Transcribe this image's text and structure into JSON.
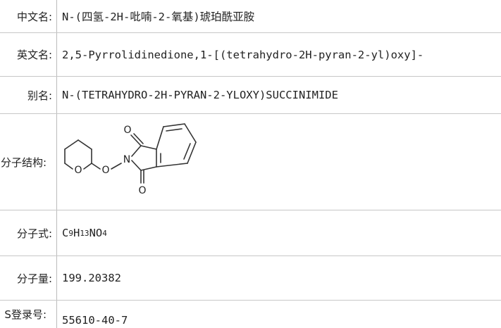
{
  "fields": {
    "cn_name": {
      "label": "中文名:",
      "value": "N-(四氢-2H-吡喃-2-氧基)琥珀酰亚胺"
    },
    "en_name": {
      "label": "英文名:",
      "value": "2,5-Pyrrolidinedione,1-[(tetrahydro-2H-pyran-2-yl)oxy]-"
    },
    "alias": {
      "label": "别名:",
      "value": "N-(TETRAHYDRO-2H-PYRAN-2-YLOXY)SUCCINIMIDE"
    },
    "structure": {
      "label": "分子结构:",
      "atoms": {
        "o_top": "O",
        "n": "N",
        "o_bottom": "O",
        "o_ring": "O",
        "o_link": "O"
      }
    },
    "formula": {
      "label": "分子式:",
      "parts": {
        "c": "C",
        "c_n": "9",
        "h": "H",
        "h_n": "13",
        "no": "NO",
        "o_n": "4"
      }
    },
    "weight": {
      "label": "分子量:",
      "value": "199.20382"
    },
    "cas": {
      "label": "S登录号:",
      "value": "55610-40-7"
    }
  }
}
